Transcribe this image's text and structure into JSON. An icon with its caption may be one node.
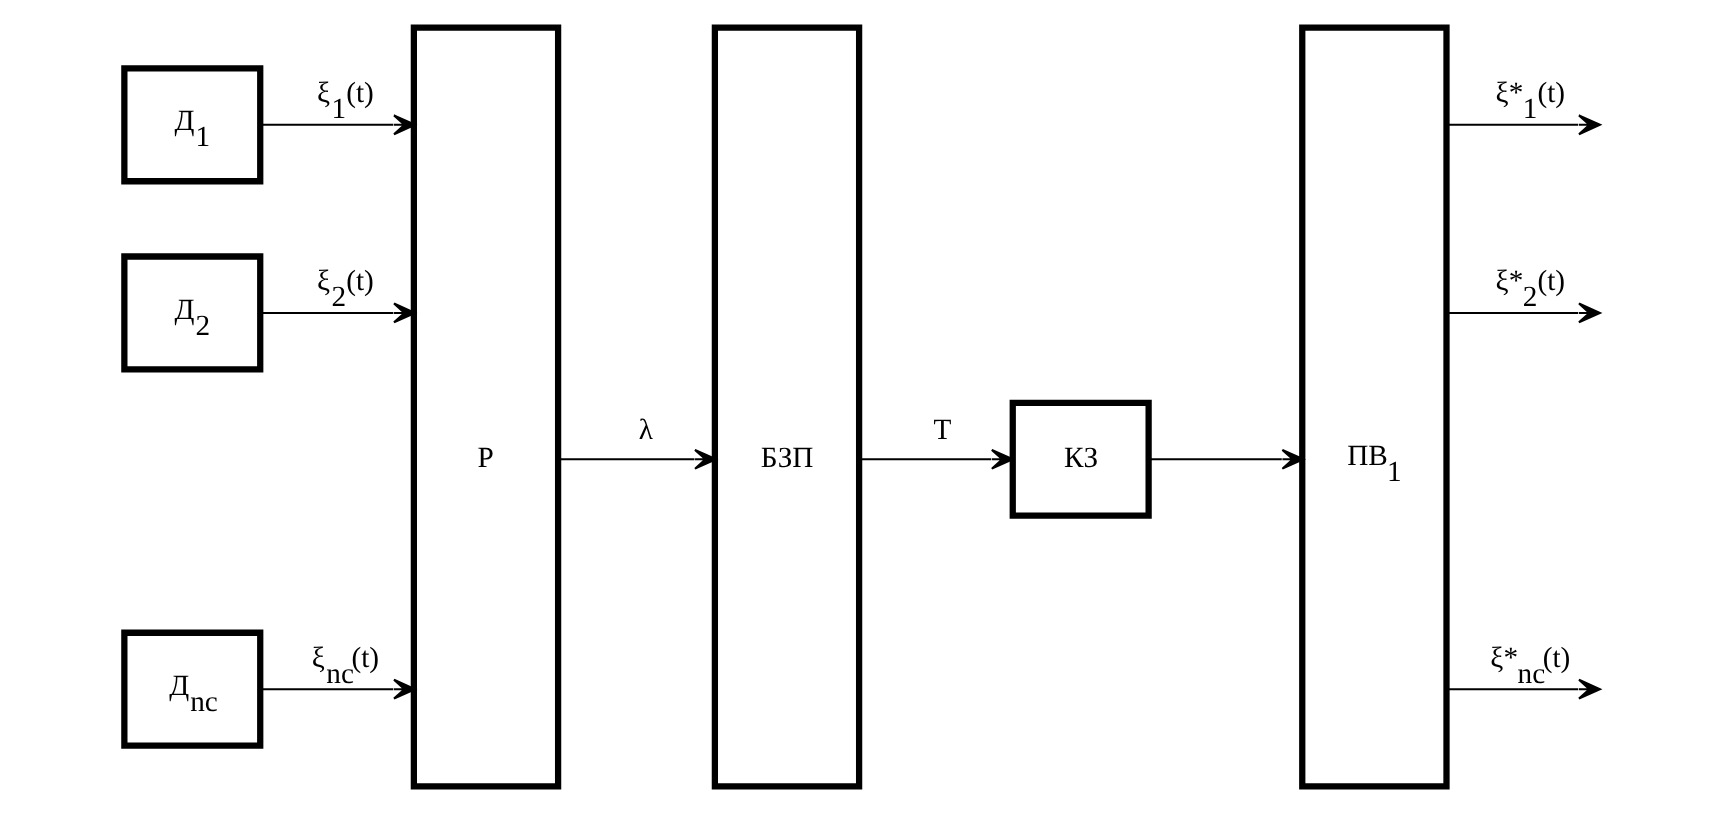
{
  "diagram": {
    "nodes": [
      {
        "text": [
          "Д$_{1}$"
        ]
      },
      {
        "text": [
          "Д$_{2}$"
        ]
      },
      {
        "text": [
          "Д$_{nc}$"
        ]
      },
      {
        "text": [
          "Р"
        ]
      },
      {
        "text": [
          "БЗП"
        ]
      },
      {
        "text": [
          "КЗ"
        ]
      },
      {
        "text": [
          "ПВ$_{1}$"
        ]
      }
    ],
    "edges": [
      {
        "from": 0,
        "to": 3,
        "arrow": "to",
        "label": "ξ$_{1}$(t)"
      },
      {
        "from": 1,
        "to": 3,
        "arrow": "to",
        "label": "ξ$_{2}$(t)"
      },
      {
        "from": 2,
        "to": 3,
        "arrow": "to",
        "label": "ξ$_{nc}$(t)"
      },
      {
        "from": 3,
        "to": 4,
        "arrow": "to",
        "label": "λ"
      },
      {
        "from": 4,
        "to": 5,
        "arrow": "to",
        "label": "T"
      },
      {
        "from": 5,
        "to": 6,
        "arrow": "to"
      },
      {
        "from": 6,
        "to": null,
        "arrow": "to",
        "label": "ξ*$_{1}$(t)"
      },
      {
        "from": 6,
        "to": null,
        "arrow": "to",
        "label": "ξ*$_{2}$(t)"
      },
      {
        "from": 6,
        "to": null,
        "arrow": "to",
        "label": "ξ*$_{nc}$(t)"
      }
    ]
  }
}
